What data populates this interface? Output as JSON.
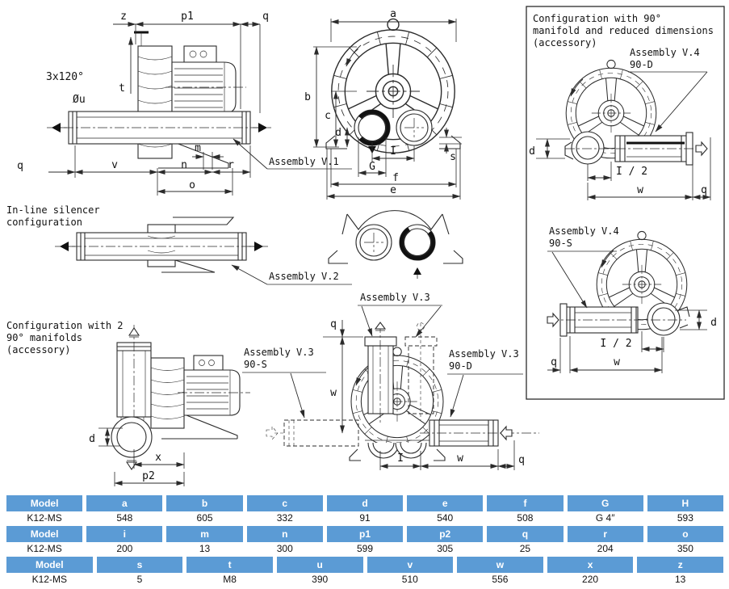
{
  "colors": {
    "accent_blue": "#5b9bd5",
    "line": "#2b2b2b"
  },
  "lbl": {
    "z": "z",
    "p1": "p1",
    "qt": "q",
    "ang": "3x120°",
    "t": "t",
    "phiu": "Øu",
    "m": "m",
    "qb": "q",
    "v": "v",
    "n": "n",
    "r": "r",
    "o": "o",
    "a": "a",
    "b": "b",
    "c": "c",
    "d": "d",
    "s": "s",
    "I": "I",
    "G": "G",
    "f": "f",
    "e": "e",
    "i2": "I / 2",
    "w": "w",
    "q": "q",
    "x": "x",
    "p2": "p2",
    "av1": "Assembly V.1",
    "av2": "Assembly V.2",
    "av3": "Assembly V.3",
    "av4": "Assembly V.4",
    "s90": "90-S",
    "d90": "90-D",
    "cfg90_1": "Configuration with 90°",
    "cfg90_2": "manifold and reduced dimensions",
    "cfg90_3": "(accessory)",
    "inl1": "In-line silencer",
    "inl2": "configuration",
    "cfg2_1": "Configuration with 2",
    "cfg2_2": "90° manifolds",
    "cfg2_3": "(accessory)"
  },
  "table": {
    "groups": [
      {
        "headers": [
          "Model",
          "a",
          "b",
          "c",
          "d",
          "e",
          "f",
          "G",
          "H"
        ],
        "row": [
          "K12-MS",
          "548",
          "605",
          "332",
          "91",
          "540",
          "508",
          "G 4″",
          "593"
        ]
      },
      {
        "headers": [
          "Model",
          "i",
          "m",
          "n",
          "p1",
          "p2",
          "q",
          "r",
          "o"
        ],
        "row": [
          "K12-MS",
          "200",
          "13",
          "300",
          "599",
          "305",
          "25",
          "204",
          "350"
        ]
      },
      {
        "headers": [
          "Model",
          "s",
          "t",
          "u",
          "v",
          "w",
          "x",
          "z"
        ],
        "row": [
          "K12-MS",
          "5",
          "M8",
          "390",
          "510",
          "556",
          "220",
          "13"
        ]
      }
    ]
  }
}
